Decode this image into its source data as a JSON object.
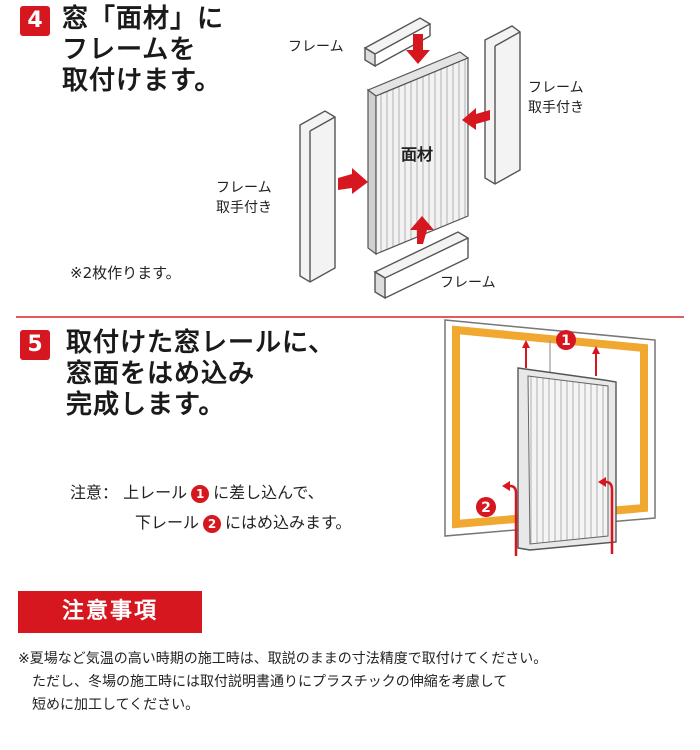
{
  "step4": {
    "number": "4",
    "heading": [
      "窓「面材」に",
      "フレームを",
      "取付けます。"
    ],
    "labels": {
      "frame_top": "フレーム",
      "frame_handle_right": [
        "フレーム",
        "取手付き"
      ],
      "panel": "面材",
      "frame_handle_left": [
        "フレーム",
        "取手付き"
      ],
      "frame_bottom": "フレーム"
    },
    "note": "※2枚作ります。"
  },
  "step5": {
    "number": "5",
    "heading": [
      "取付けた窓レールに、",
      "窓面をはめ込み",
      "完成します。"
    ],
    "note_label": "注意：",
    "note_line1": {
      "before": "上レール",
      "num": "1",
      "after": "に差し込んで、"
    },
    "note_line2": {
      "before": "下レール",
      "num": "2",
      "after": "にはめ込みます。"
    },
    "figure_badges": [
      "1",
      "2"
    ]
  },
  "caution": {
    "title": "注意事項",
    "lines": [
      "※夏場など気温の高い時期の施工時は、取説のままの寸法精度で取付けてください。",
      "　ただし、冬場の施工時には取付説明書通りにプラスチックの伸縮を考慮して",
      "　短めに加工してください。"
    ]
  },
  "colors": {
    "accent": "#d7171f",
    "frame": "#e8e8e8",
    "window_outline": "#f0a830"
  }
}
